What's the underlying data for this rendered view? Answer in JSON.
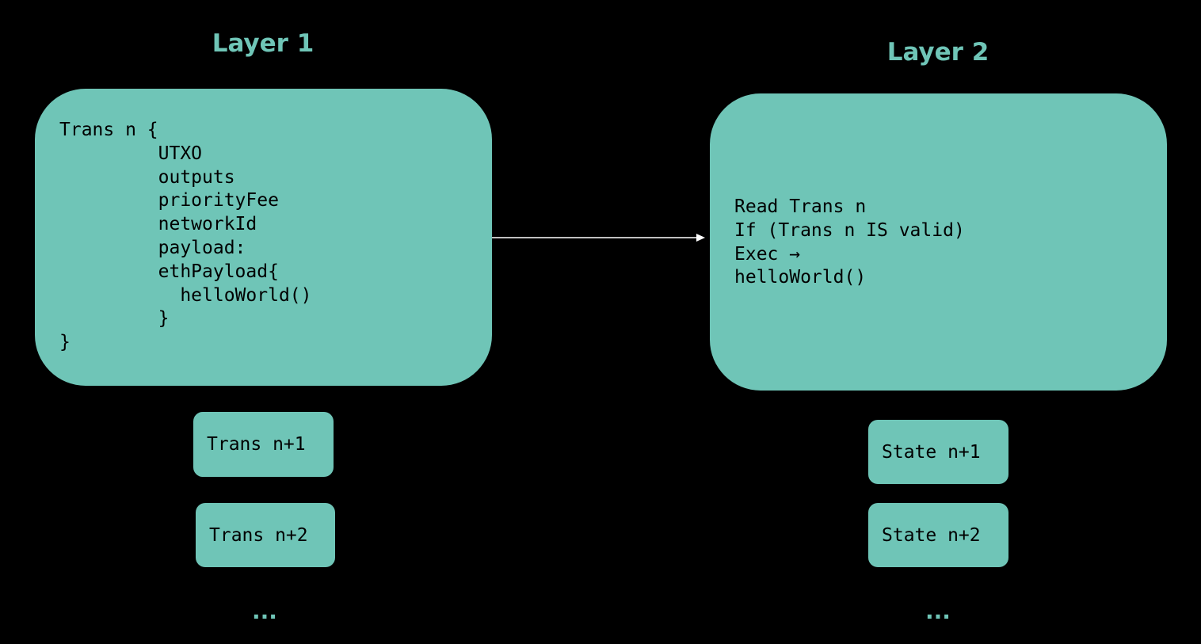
{
  "layer1": {
    "title": "Layer 1",
    "main_code": "Trans n {\n         UTXO\n         outputs\n         priorityFee\n         networkId\n         payload:\n         ethPayload{\n           helloWorld()\n         }\n}",
    "items": [
      "Trans n+1",
      "Trans n+2"
    ],
    "ellipsis": "..."
  },
  "layer2": {
    "title": "Layer 2",
    "main_code": "Read Trans n\nIf (Trans n IS valid)\nExec →\nhelloWorld()",
    "items": [
      "State n+1",
      "State n+2"
    ],
    "ellipsis": "..."
  },
  "colors": {
    "background": "#000000",
    "box": "#6fc5b7",
    "title": "#6fc5b7",
    "arrow": "#ffffff",
    "text": "#000000"
  }
}
